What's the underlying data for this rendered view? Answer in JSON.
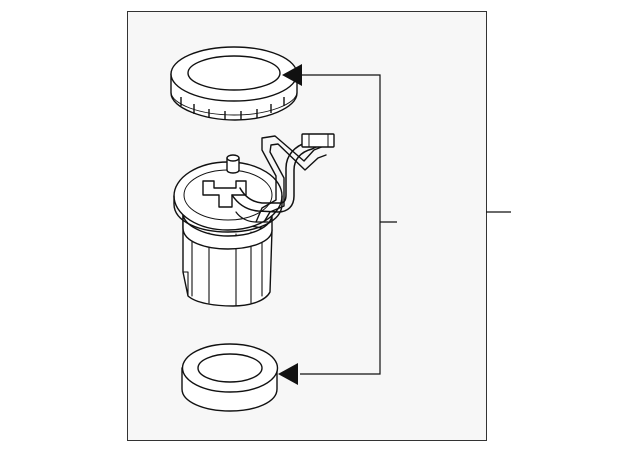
{
  "diagram": {
    "frame_color": "#333333",
    "panel_fill": "#f7f7f7",
    "line_color": "#111111",
    "part_fill": "#ffffff",
    "parts": [
      {
        "name": "locking-ring-icon"
      },
      {
        "name": "fuel-pump-module-icon"
      },
      {
        "name": "seal-ring-icon"
      }
    ],
    "callouts": [
      {
        "name": "callout-arrow-top"
      },
      {
        "name": "callout-arrow-bottom"
      },
      {
        "name": "callout-leader-external"
      }
    ]
  }
}
